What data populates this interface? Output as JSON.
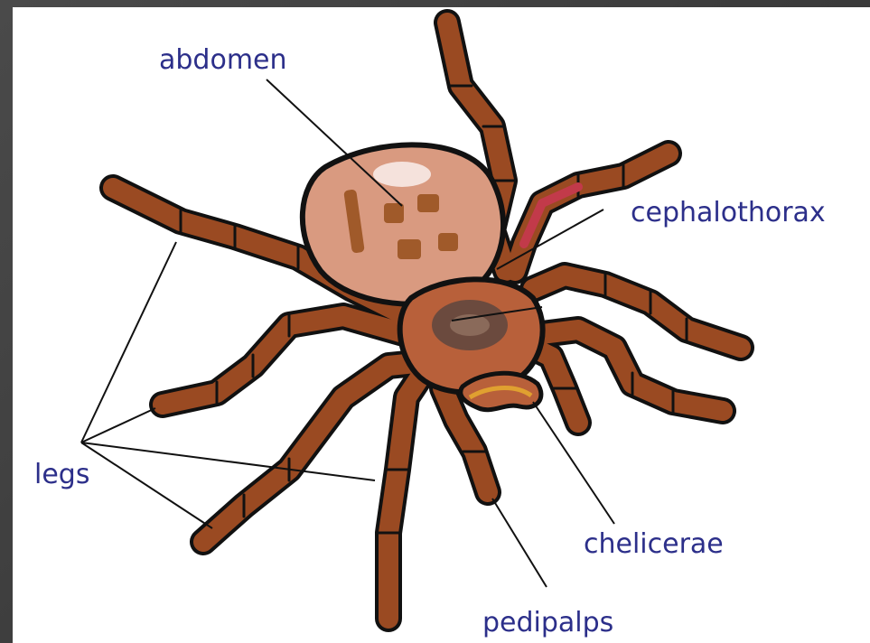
{
  "labels": {
    "abdomen": "abdomen",
    "cephalothorax": "cephalothorax",
    "legs": "legs",
    "chelicerae": "chelicerae",
    "pedipalps": "pedipalps"
  },
  "colors": {
    "label_text": "#2c2f8a",
    "leg_fill": "#9a4a22",
    "abdomen_fill": "#d99a80",
    "cephalothorax_fill": "#b8603a",
    "outline": "#111111",
    "background": "#ffffff"
  }
}
